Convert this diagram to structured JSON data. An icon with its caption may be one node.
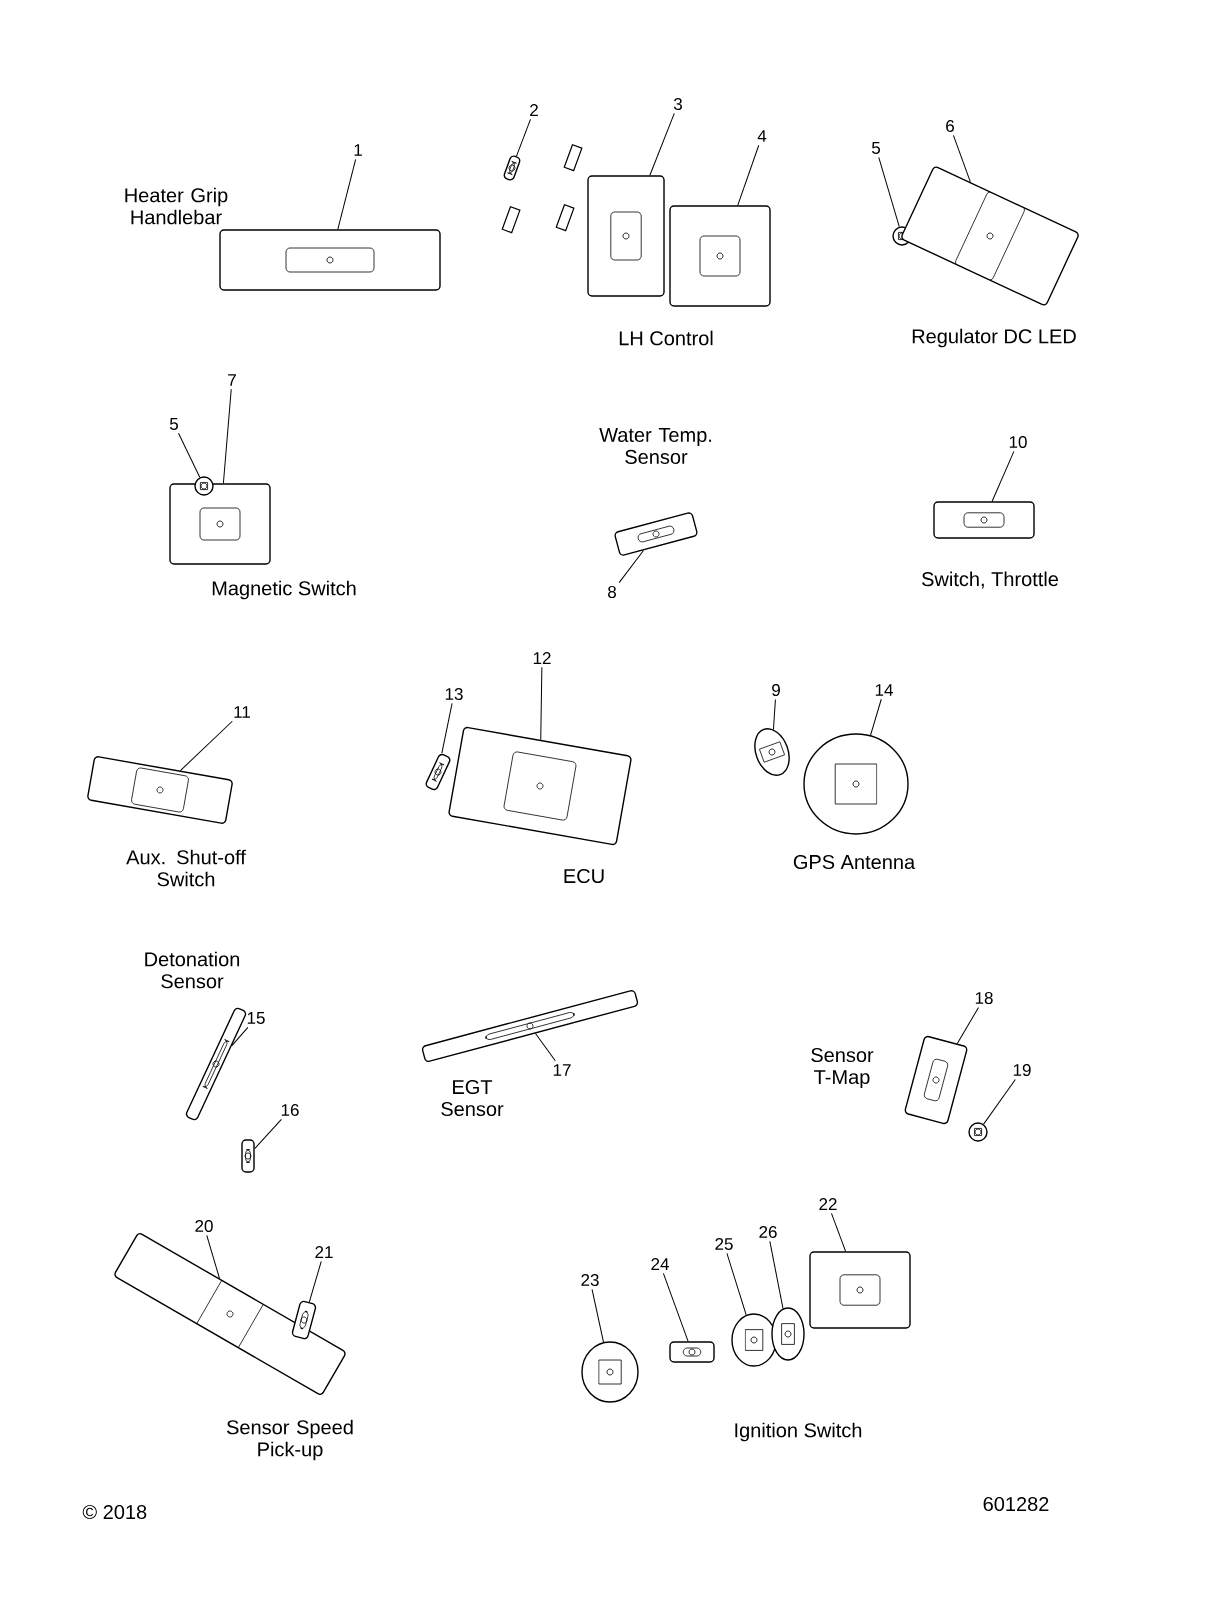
{
  "diagram": {
    "nodes": [
      {
        "text": [
          "1"
        ]
      },
      {
        "text": [
          "2"
        ]
      },
      {
        "text": [
          "3"
        ]
      },
      {
        "text": [
          "4"
        ]
      },
      {
        "text": [
          "5"
        ]
      },
      {
        "text": [
          "6"
        ]
      },
      {
        "text": [
          "7"
        ]
      },
      {
        "text": [
          "5"
        ]
      },
      {
        "text": [
          "8"
        ]
      },
      {
        "text": [
          "10"
        ]
      },
      {
        "text": [
          "11"
        ]
      },
      {
        "text": [
          "12"
        ]
      },
      {
        "text": [
          "13"
        ]
      },
      {
        "text": [
          "9"
        ]
      },
      {
        "text": [
          "14"
        ]
      },
      {
        "text": [
          "15"
        ]
      },
      {
        "text": [
          "16"
        ]
      },
      {
        "text": [
          "17"
        ]
      },
      {
        "text": [
          "18"
        ]
      },
      {
        "text": [
          "19"
        ]
      },
      {
        "text": [
          "20"
        ]
      },
      {
        "text": [
          "21"
        ]
      },
      {
        "text": [
          "22"
        ]
      },
      {
        "text": [
          "23"
        ]
      },
      {
        "text": [
          "24"
        ]
      },
      {
        "text": [
          "25"
        ]
      },
      {
        "text": [
          "26"
        ]
      },
      {
        "text": [],
        "shape": "picture"
      },
      {
        "text": [],
        "shape": "picture"
      },
      {
        "text": [],
        "shape": "picture"
      },
      {
        "text": [],
        "shape": "picture"
      },
      {
        "text": [],
        "shape": "picture"
      },
      {
        "text": [],
        "shape": "picture"
      },
      {
        "text": [],
        "shape": "picture"
      },
      {
        "text": [],
        "shape": "picture"
      },
      {
        "text": [],
        "shape": "picture"
      },
      {
        "text": [],
        "shape": "picture"
      },
      {
        "text": [],
        "shape": "picture"
      },
      {
        "text": [],
        "shape": "picture"
      },
      {
        "text": [],
        "shape": "picture"
      },
      {
        "text": [],
        "shape": "picture"
      },
      {
        "text": [],
        "shape": "picture"
      },
      {
        "text": [],
        "shape": "picture"
      },
      {
        "text": [],
        "shape": "picture"
      },
      {
        "text": [],
        "shape": "picture"
      },
      {
        "text": [],
        "shape": "picture"
      },
      {
        "text": [],
        "shape": "picture"
      },
      {
        "text": [],
        "shape": "picture"
      },
      {
        "text": [],
        "shape": "picture"
      },
      {
        "text": [],
        "shape": "picture"
      },
      {
        "text": [],
        "shape": "picture"
      },
      {
        "text": [],
        "shape": "picture"
      },
      {
        "text": [],
        "shape": "picture"
      },
      {
        "text": [],
        "shape": "picture"
      }
    ],
    "edges": [
      {
        "from": 0,
        "to": 27,
        "arrow": "none"
      },
      {
        "from": 1,
        "to": 28,
        "arrow": "none"
      },
      {
        "from": 2,
        "to": 29,
        "arrow": "none"
      },
      {
        "from": 3,
        "to": 30,
        "arrow": "none"
      },
      {
        "from": 4,
        "to": 31,
        "arrow": "none"
      },
      {
        "from": 5,
        "to": 32,
        "arrow": "none"
      },
      {
        "from": 6,
        "to": 33,
        "arrow": "none"
      },
      {
        "from": 7,
        "to": 34,
        "arrow": "none"
      },
      {
        "from": 8,
        "to": 35,
        "arrow": "none"
      },
      {
        "from": 9,
        "to": 36,
        "arrow": "none"
      },
      {
        "from": 10,
        "to": 37,
        "arrow": "none"
      },
      {
        "from": 11,
        "to": 38,
        "arrow": "none"
      },
      {
        "from": 12,
        "to": 39,
        "arrow": "none"
      },
      {
        "from": 13,
        "to": 40,
        "arrow": "none"
      },
      {
        "from": 14,
        "to": 41,
        "arrow": "none"
      },
      {
        "from": 15,
        "to": 42,
        "arrow": "none"
      },
      {
        "from": 16,
        "to": 43,
        "arrow": "none"
      },
      {
        "from": 17,
        "to": 44,
        "arrow": "none"
      },
      {
        "from": 18,
        "to": 45,
        "arrow": "none"
      },
      {
        "from": 19,
        "to": 46,
        "arrow": "none"
      },
      {
        "from": 20,
        "to": 47,
        "arrow": "none"
      },
      {
        "from": 21,
        "to": 48,
        "arrow": "none"
      },
      {
        "from": 22,
        "to": 49,
        "arrow": "none"
      },
      {
        "from": 23,
        "to": 50,
        "arrow": "none"
      },
      {
        "from": 24,
        "to": 51,
        "arrow": "none"
      },
      {
        "from": 25,
        "to": 52,
        "arrow": "none"
      },
      {
        "from": 26,
        "to": 53,
        "arrow": "none"
      }
    ],
    "labels": [
      "Heater Grip Handlebar",
      "LH Control",
      "Regulator DC LED",
      "Water Temp. Sensor",
      "Magnetic Switch",
      "Switch, Throttle",
      "Aux. Shut-off Switch",
      "ECU",
      "GPS Antenna",
      "Detonation Sensor",
      "EGT Sensor",
      "Sensor T-Map",
      "Sensor Speed Pick-up",
      "Ignition Switch",
      "© 2018",
      "601282"
    ]
  }
}
